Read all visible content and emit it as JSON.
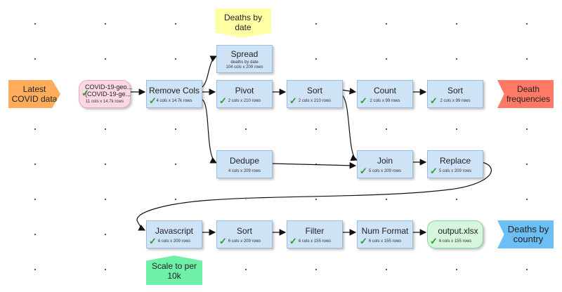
{
  "colors": {
    "node_fill": "#cfe3f7",
    "input_fill": "#fbd8e4",
    "output_fill": "#d6f5dc",
    "latest_covid_fill": "#ffad5c",
    "death_freq_fill": "#ff7a66",
    "deaths_country_fill": "#6cbff5",
    "deaths_date_fill": "#ffffa6",
    "scale_fill": "#6ff0a8",
    "check_color": "#2e9a2e"
  },
  "labels": {
    "latest_covid": "Latest\nCOVID data",
    "death_frequencies": "Death\nfrequencies",
    "deaths_by_country": "Deaths by\ncountry",
    "deaths_by_date": "Deaths by\ndate",
    "scale_per_10k": "Scale to per\n10k"
  },
  "nodes": {
    "input": {
      "title": "COVID-19-geo...\n(COVID-19-ge...",
      "info": "11 cols x 14.7k rows"
    },
    "remove_cols": {
      "title": "Remove Cols",
      "info": "4 cols x 14.7k rows"
    },
    "spread": {
      "title": "Spread",
      "info": "deaths by date\n104 cols x 209 rows"
    },
    "pivot": {
      "title": "Pivot",
      "info": "2 cols x 210 rows"
    },
    "sort1": {
      "title": "Sort",
      "info": "2 cols x 210 rows"
    },
    "count": {
      "title": "Count",
      "info": "2 cols x 99 rows"
    },
    "sort2": {
      "title": "Sort",
      "info": "2 cols x 99 rows"
    },
    "dedupe": {
      "title": "Dedupe",
      "info": "4 cols x 209 rows"
    },
    "join": {
      "title": "Join",
      "info": "5 cols x 209 rows"
    },
    "replace": {
      "title": "Replace",
      "info": "5 cols x 209 rows"
    },
    "javascript": {
      "title": "Javascript",
      "info": "6 cols x 209 rows"
    },
    "sort3": {
      "title": "Sort",
      "info": "6 cols x 209 rows"
    },
    "filter": {
      "title": "Filter",
      "info": "6 cols x 155 rows"
    },
    "num_format": {
      "title": "Num Format",
      "info": "6 cols x 155 rows"
    },
    "output": {
      "title": "output.xlsx",
      "info": "6 cols x 155 rows"
    }
  },
  "check_glyph": "✓"
}
